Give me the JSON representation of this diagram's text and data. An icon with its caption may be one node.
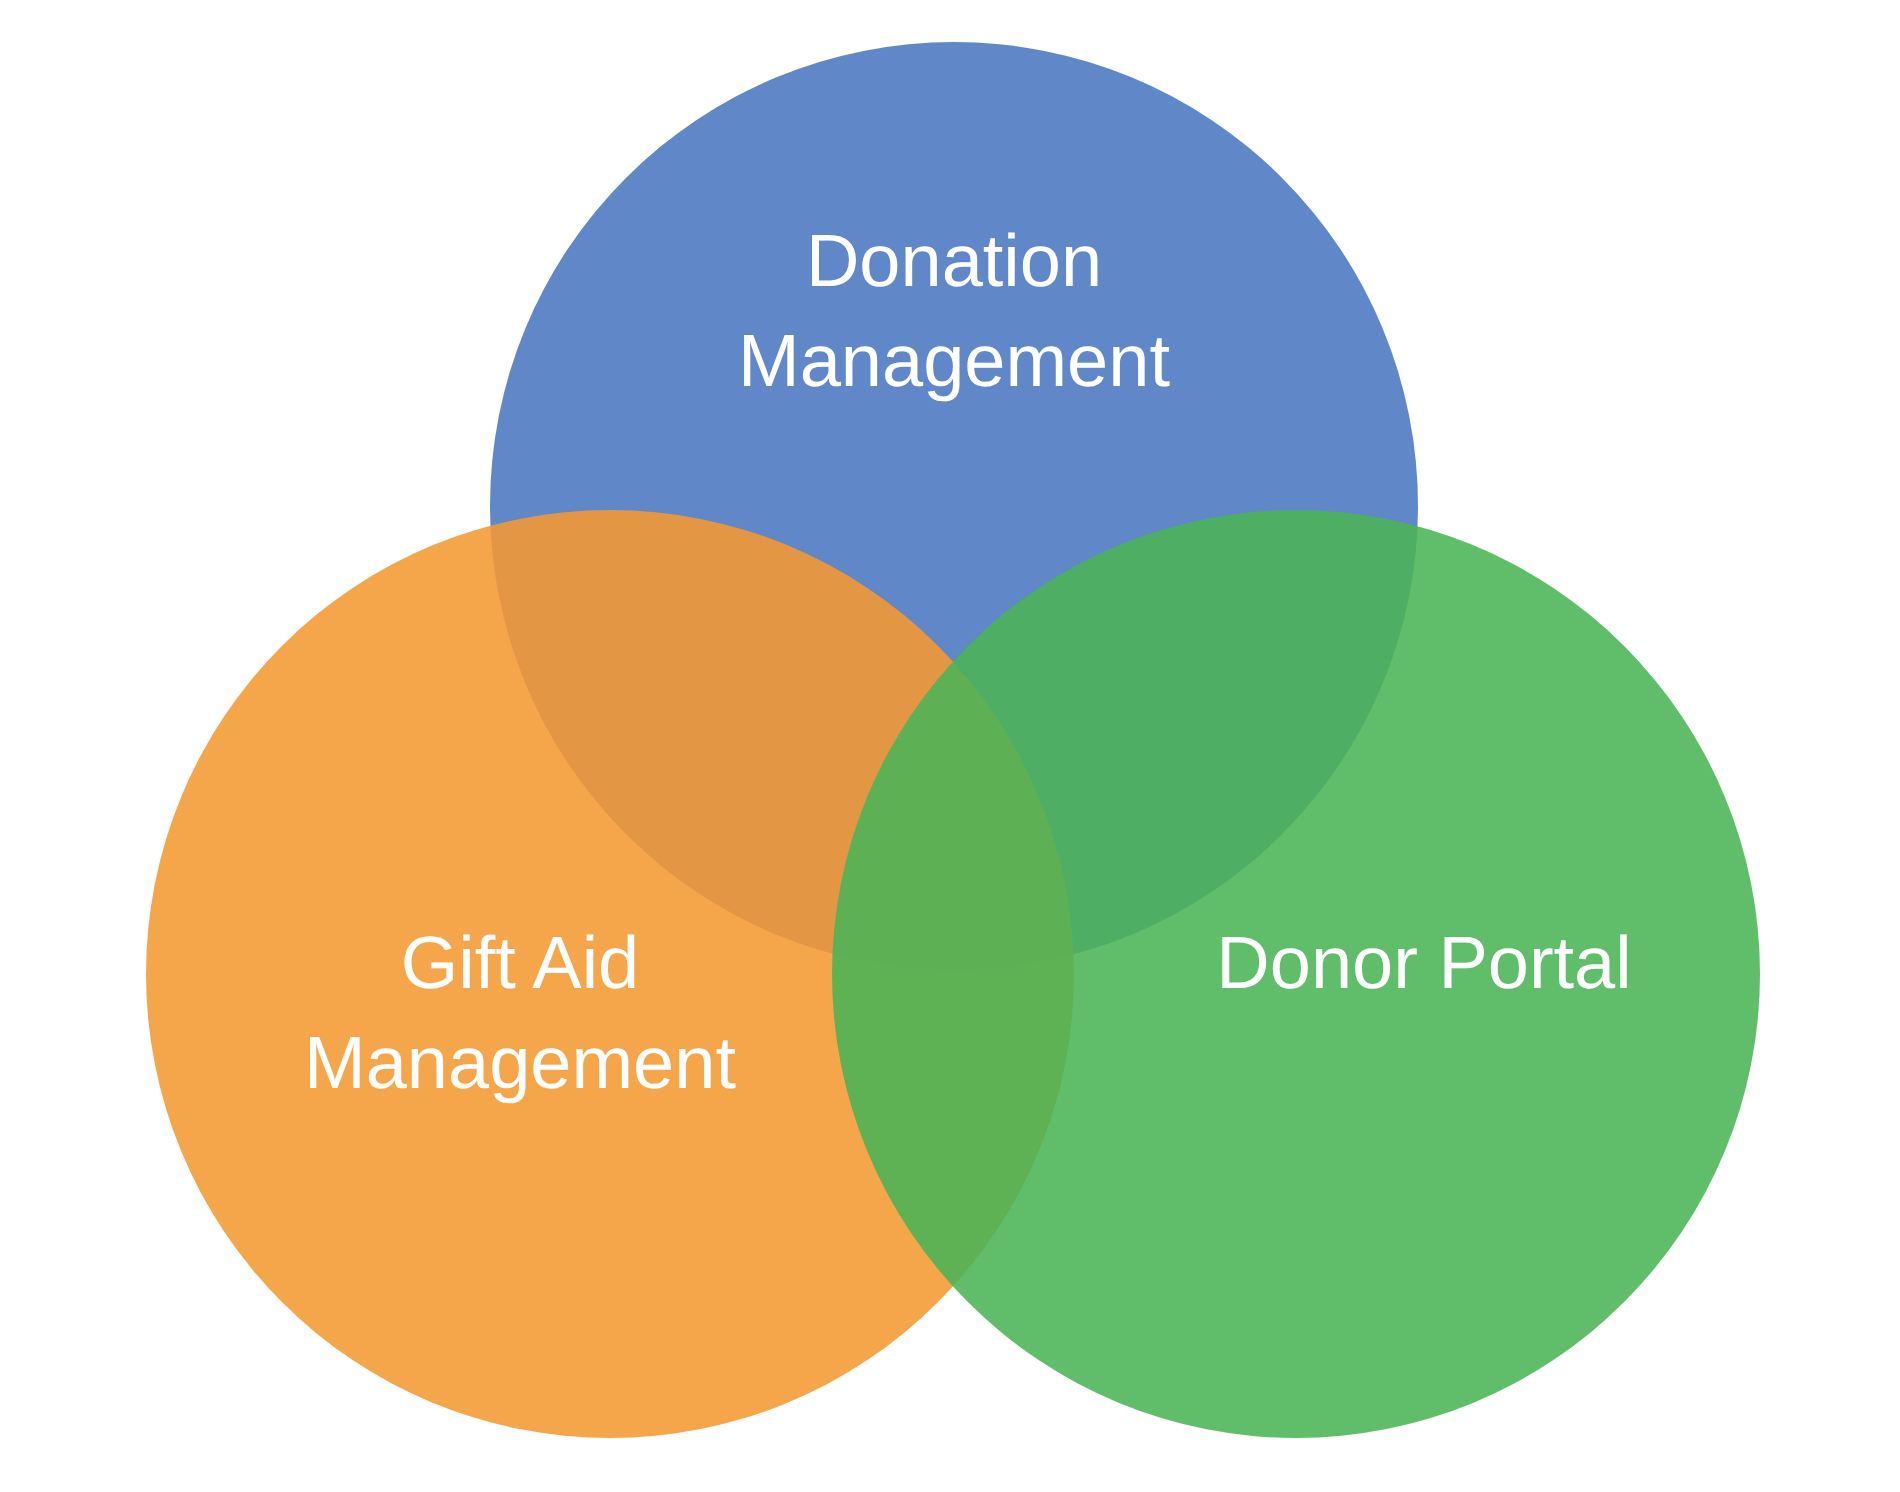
{
  "diagram": {
    "nodes": [
      {
        "text": [
          "Donation Management"
        ]
      },
      {
        "text": [
          "Gift Aid Management"
        ]
      },
      {
        "text": [
          "Donor Portal"
        ]
      }
    ]
  }
}
